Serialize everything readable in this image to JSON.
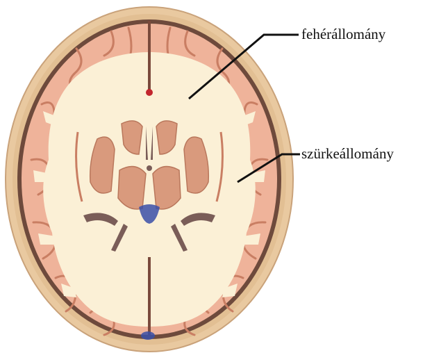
{
  "labels": {
    "white_matter": "fehérállomány",
    "grey_matter": "szürkeállomány"
  },
  "colors": {
    "background": "#ffffff",
    "skull": "#e9c9a0",
    "skull_edge": "#c9a27a",
    "meninges": "#6e4a3c",
    "grey_matter": "#efb39a",
    "sulcus_line": "#c97e63",
    "white_matter": "#fbf0d6",
    "deep_nuclei": "#d99a7d",
    "ventricle": "#7a5d58",
    "vessel_red": "#c2262e",
    "vessel_blue": "#3a4fa8",
    "leader_line": "#111111"
  },
  "icons": [
    "brain-axial-section-illustration"
  ]
}
